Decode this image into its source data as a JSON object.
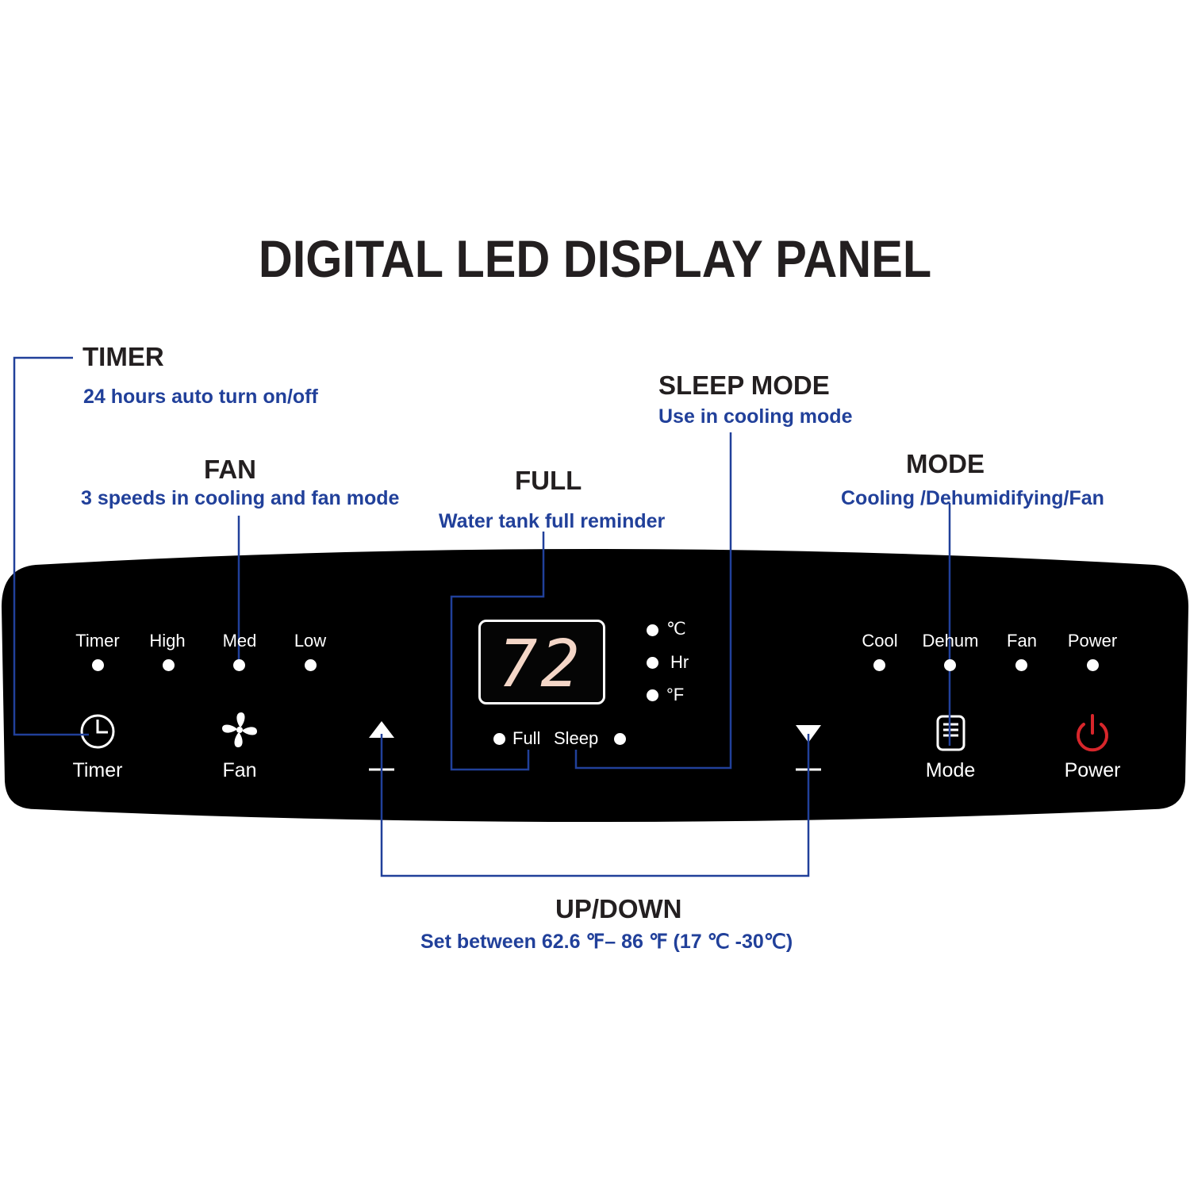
{
  "title": "DIGITAL LED DISPLAY PANEL",
  "callouts": {
    "timer": {
      "heading": "TIMER",
      "description": "24 hours auto turn on/off"
    },
    "fan": {
      "heading": "FAN",
      "description": "3 speeds in cooling and fan mode"
    },
    "full": {
      "heading": "FULL",
      "description": "Water tank full reminder"
    },
    "sleep": {
      "heading": "SLEEP MODE",
      "description": "Use in cooling mode"
    },
    "mode": {
      "heading": "MODE",
      "description": "Cooling /Dehumidifying/Fan"
    },
    "updown": {
      "heading": "UP/DOWN",
      "description": "Set between 62.6 ℉– 86 ℉ (17 ℃ -30℃)"
    }
  },
  "panel": {
    "left_indicators": [
      "Timer",
      "High",
      "Med",
      "Low"
    ],
    "right_indicators": [
      "Cool",
      "Dehum",
      "Fan",
      "Power"
    ],
    "display_value": "72",
    "unit_indicators": [
      "℃",
      "Hr",
      "°F"
    ],
    "status_left": "Full",
    "status_right": "Sleep",
    "buttons": {
      "timer": "Timer",
      "fan": "Fan",
      "mode": "Mode",
      "power": "Power"
    }
  },
  "colors": {
    "panel": "#000000",
    "callout_line": "#21409a",
    "description_text": "#21409a",
    "heading_text": "#231f20",
    "power_icon": "#d7262b",
    "led_digits": "#f4d6c7"
  }
}
